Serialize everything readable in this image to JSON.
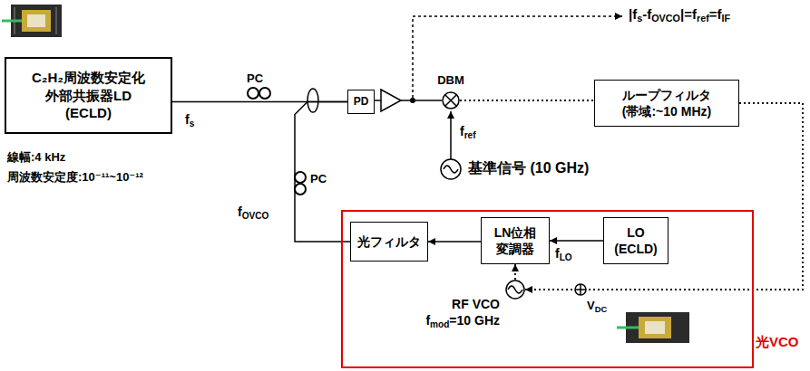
{
  "diagram": {
    "nodes": [
      {
        "text": [
          "C₂H₂周波数安定化 外部共振器LD (ECLD)"
        ]
      },
      {
        "text": [
          "PD"
        ]
      },
      {
        "text": [
          "DBM"
        ]
      },
      {
        "text": [
          "ループフィルタ (帯域:~10 MHz)"
        ]
      },
      {
        "text": [
          "光VCO"
        ]
      },
      {
        "text": [
          "光フィルタ"
        ],
        "in": 4
      },
      {
        "text": [
          "LN位相 変調器"
        ],
        "in": 4
      },
      {
        "text": [
          "LO (ECLD)"
        ],
        "in": 4
      },
      {
        "text": [
          "RF VCO fmod=10 GHz"
        ],
        "in": 4
      }
    ],
    "edges": [
      {
        "from": 0,
        "to": 1,
        "arrow": "none"
      },
      {
        "from": 5,
        "to": 1,
        "arrow": "none"
      },
      {
        "from": 1,
        "to": 2,
        "arrow": "none"
      },
      {
        "from": 2,
        "to": 3,
        "arrow": "none"
      },
      {
        "from": 3,
        "to": 8,
        "arrow": "to"
      },
      {
        "from": 8,
        "to": 6,
        "arrow": "to"
      },
      {
        "from": 7,
        "to": 6,
        "arrow": "to"
      },
      {
        "from": 6,
        "to": 5,
        "arrow": "to"
      }
    ],
    "labels": [
      "PC",
      "fs",
      "線幅:4 kHz",
      "周波数安定度:10⁻¹¹~10⁻¹²",
      "PC",
      "fOVCO",
      "|fs-fOVCO|=fref=fIF",
      "fref",
      "基準信号 (10 GHz)",
      "fLO",
      "VDC"
    ]
  }
}
